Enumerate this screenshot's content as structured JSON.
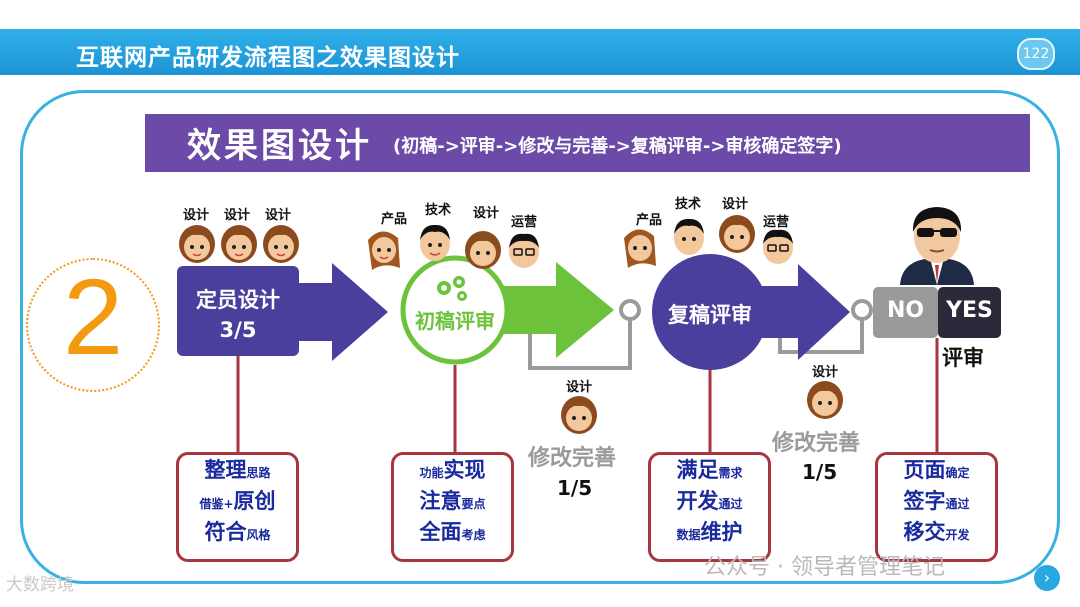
{
  "header": {
    "title": "互联网产品研发流程图之效果图设计",
    "page": "122"
  },
  "banner": {
    "main": "效果图设计",
    "sub": "(初稿->评审->修改与完善->复稿评审->审核确定签字)"
  },
  "step_number": "2",
  "stage1": {
    "title": "定员设计",
    "ratio": "3/5",
    "people": [
      "设计",
      "设计",
      "设计"
    ]
  },
  "stage2": {
    "title": "初稿评审",
    "people": [
      "产品",
      "技术",
      "设计",
      "运营"
    ]
  },
  "loop1": {
    "person": "设计",
    "label": "修改完善",
    "ratio": "1/5"
  },
  "stage3": {
    "title": "复稿评审",
    "people": [
      "产品",
      "技术",
      "设计",
      "运营"
    ]
  },
  "loop2": {
    "person": "设计",
    "label": "修改完善",
    "ratio": "1/5"
  },
  "stage4": {
    "no": "NO",
    "yes": "YES",
    "label": "评审"
  },
  "cards": [
    {
      "l1a": "整理",
      "l1b": "思路",
      "l2a": "借鉴+",
      "l2b": "原创",
      "l3a": "符合",
      "l3b": "风格"
    },
    {
      "l1a": "功能",
      "l1b": "实现",
      "l2a": "注意",
      "l2b": "要点",
      "l3a": "全面",
      "l3b": "考虑"
    },
    {
      "l1a": "满足",
      "l1b": "需求",
      "l2a": "开发",
      "l2b": "通过",
      "l3a": "数据",
      "l3b": "维护"
    },
    {
      "l1a": "页面",
      "l1b": "确定",
      "l2a": "签字",
      "l2b": "通过",
      "l3a": "移交",
      "l3b": "开发"
    }
  ],
  "watermarks": {
    "left": "大数跨境",
    "right": "公众号 · 领导者管理笔记"
  },
  "colors": {
    "purple": "#6b4aa8",
    "green": "#6cc23b",
    "navy": "#4a3f9c",
    "card_border": "#a6373f",
    "card_text": "#1a2a9e",
    "orange": "#f39a10"
  }
}
